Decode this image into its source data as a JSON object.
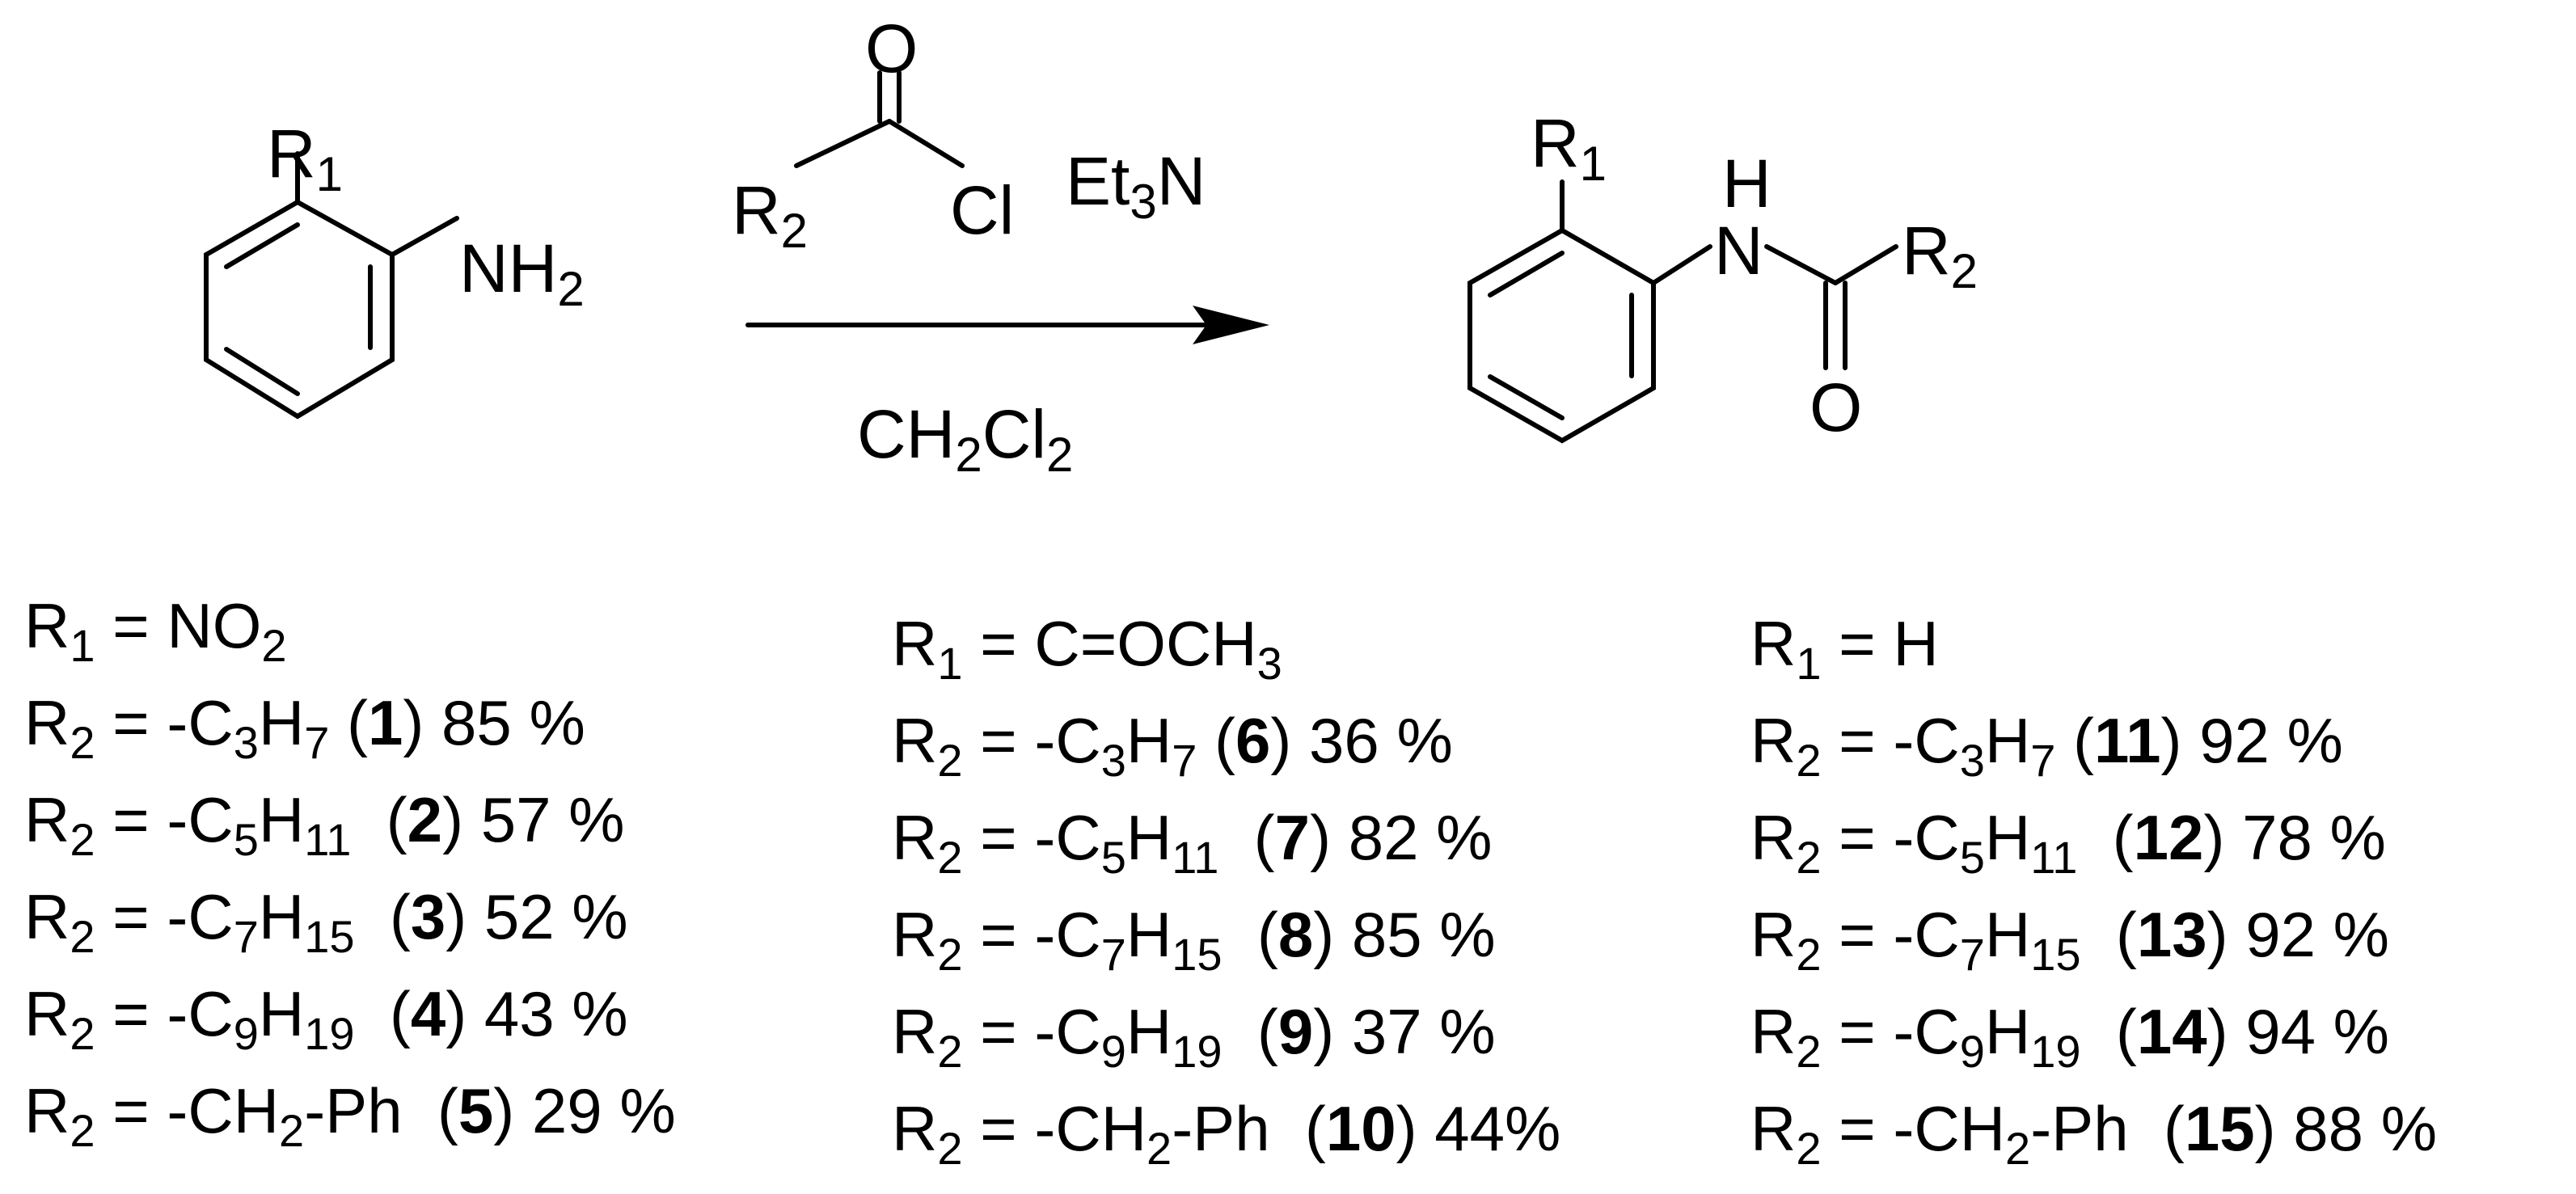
{
  "scheme": {
    "reactant": {
      "sub_label": "R1",
      "amine_label": "NH2"
    },
    "reagents": {
      "acyl_chloride_o": "O",
      "acyl_chloride_r": "R2",
      "acyl_chloride_cl": "Cl",
      "base": "Et3N",
      "solvent": "CH2Cl2"
    },
    "product": {
      "sub_label": "R1",
      "nh_h": "H",
      "nh_n": "N",
      "acyl_r": "R2",
      "carbonyl_o": "O"
    }
  },
  "series": [
    {
      "r1_label": "R",
      "r1_sub": "1",
      "r1_value_html": "NO<sub>2</sub>",
      "entries": [
        {
          "r2_formula_html": "-C<sub>3</sub>H<sub>7</sub> ",
          "compound": "1",
          "yield": "85 %"
        },
        {
          "r2_formula_html": "-C<sub>5</sub>H<sub>11</sub>&nbsp; ",
          "compound": "2",
          "yield": "57 %"
        },
        {
          "r2_formula_html": "-C<sub>7</sub>H<sub>15</sub>&nbsp; ",
          "compound": "3",
          "yield": "52 %"
        },
        {
          "r2_formula_html": "-C<sub>9</sub>H<sub>19</sub>&nbsp; ",
          "compound": "4",
          "yield": "43 %"
        },
        {
          "r2_formula_html": "-CH<sub>2</sub>-Ph&nbsp; ",
          "compound": "5",
          "yield": "29 %"
        }
      ]
    },
    {
      "r1_label": "R",
      "r1_sub": "1",
      "r1_value_html": "C=OCH<sub>3</sub>",
      "entries": [
        {
          "r2_formula_html": "-C<sub>3</sub>H<sub>7</sub> ",
          "compound": "6",
          "yield": "36 %"
        },
        {
          "r2_formula_html": "-C<sub>5</sub>H<sub>11</sub>&nbsp; ",
          "compound": "7",
          "yield": "82 %"
        },
        {
          "r2_formula_html": "-C<sub>7</sub>H<sub>15</sub>&nbsp; ",
          "compound": "8",
          "yield": "85 %"
        },
        {
          "r2_formula_html": "-C<sub>9</sub>H<sub>19</sub>&nbsp; ",
          "compound": "9",
          "yield": "37 %"
        },
        {
          "r2_formula_html": "-CH<sub>2</sub>-Ph&nbsp; ",
          "compound": "10",
          "yield": "44%"
        }
      ]
    },
    {
      "r1_label": "R",
      "r1_sub": "1",
      "r1_value_html": "H",
      "entries": [
        {
          "r2_formula_html": "-C<sub>3</sub>H<sub>7</sub> ",
          "compound": "11",
          "yield": "92 %"
        },
        {
          "r2_formula_html": "-C<sub>5</sub>H<sub>11</sub>&nbsp; ",
          "compound": "12",
          "yield": "78 %"
        },
        {
          "r2_formula_html": "-C<sub>7</sub>H<sub>15</sub>&nbsp; ",
          "compound": "13",
          "yield": "92 %"
        },
        {
          "r2_formula_html": "-C<sub>9</sub>H<sub>19</sub>&nbsp; ",
          "compound": "14",
          "yield": "94 %"
        },
        {
          "r2_formula_html": "-CH<sub>2</sub>-Ph&nbsp; ",
          "compound": "15",
          "yield": "88 %"
        }
      ]
    }
  ]
}
